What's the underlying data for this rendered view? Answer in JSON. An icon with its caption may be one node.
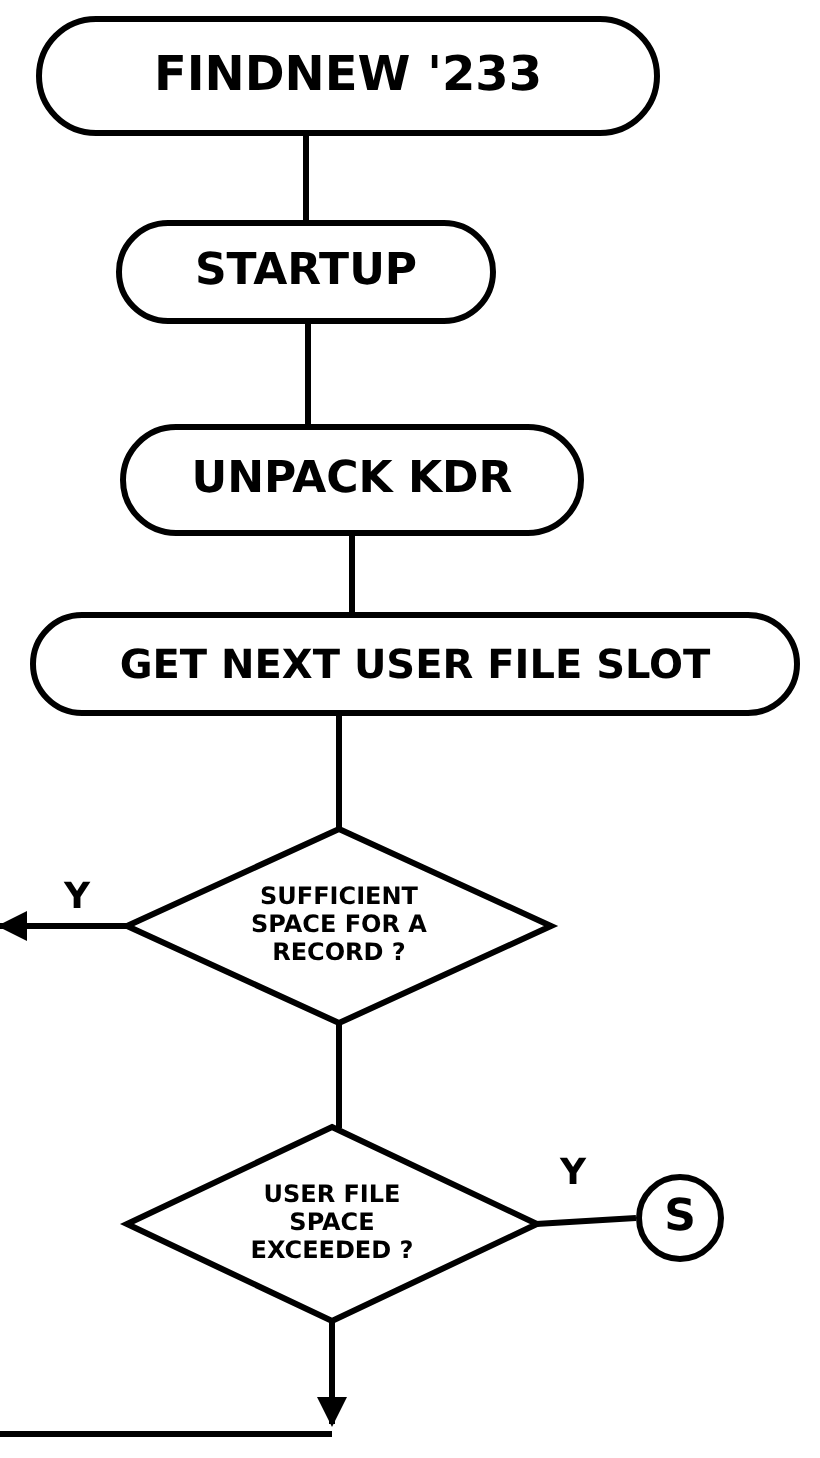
{
  "diagram": {
    "nodes": [
      {
        "text": [
          "FINDNEW '233"
        ]
      },
      {
        "text": [
          "STARTUP"
        ]
      },
      {
        "text": [
          "UNPACK KDR"
        ]
      },
      {
        "text": [
          "GET NEXT USER FILE SLOT"
        ]
      },
      {
        "text": [
          "SUFFICIENT SPACE FOR A RECORD ?"
        ]
      },
      {
        "text": [
          "USER FILE SPACE EXCEEDED ?"
        ]
      },
      {
        "text": [
          "S"
        ]
      }
    ],
    "edges": [
      {
        "from": 0,
        "to": 1,
        "arrow": "none"
      },
      {
        "from": 1,
        "to": 2,
        "arrow": "none"
      },
      {
        "from": 2,
        "to": 3,
        "arrow": "none"
      },
      {
        "from": 3,
        "to": 4,
        "arrow": "none"
      },
      {
        "from": 4,
        "to": null,
        "arrow": "to",
        "label": "Y"
      },
      {
        "from": 4,
        "to": 5,
        "arrow": "none"
      },
      {
        "from": 5,
        "to": 6,
        "arrow": "none",
        "label": "Y"
      },
      {
        "from": 5,
        "to": null,
        "arrow": "to"
      }
    ]
  }
}
